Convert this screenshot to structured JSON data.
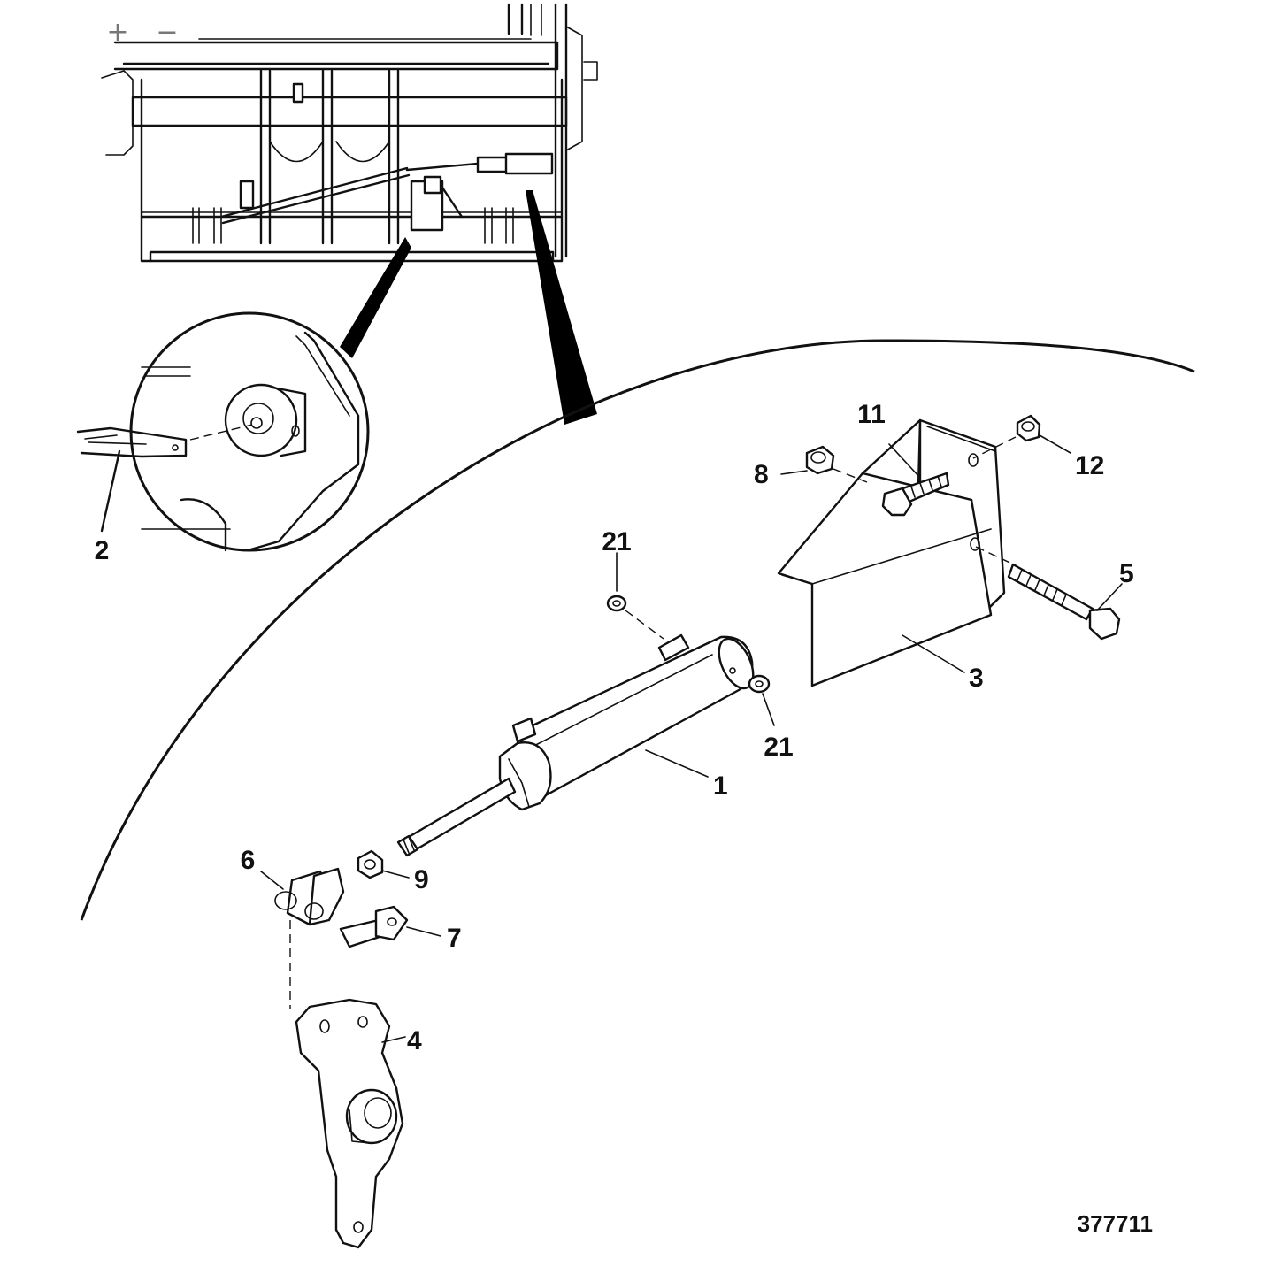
{
  "viewer": {
    "zoom_in_label": "+",
    "zoom_out_label": "−"
  },
  "diagram": {
    "reference_number": "377711",
    "callouts": [
      "1",
      "2",
      "3",
      "4",
      "5",
      "6",
      "7",
      "8",
      "9",
      "11",
      "12",
      "21",
      "21"
    ]
  }
}
